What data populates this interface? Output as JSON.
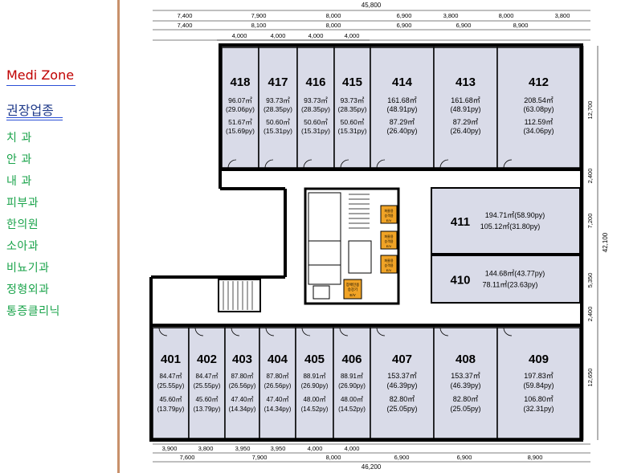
{
  "sidebar": {
    "title": "Medi Zone",
    "subtitle": "권장업종",
    "items": [
      "치  과",
      "안  과",
      "내  과",
      "피부과",
      "한의원",
      "소아과",
      "비뇨기과",
      "정형외과",
      "통증클리닉"
    ]
  },
  "dimensions": {
    "top_total": "45,800",
    "top_row1": [
      "7,400",
      "7,900",
      "8,000",
      "6,900",
      "3,800",
      "8,000",
      "3,800"
    ],
    "top_row2": [
      "7,400",
      "8,100",
      "8,000",
      "6,900",
      "6,900",
      "8,900"
    ],
    "top_row3": [
      "4,000",
      "4,000",
      "4,000",
      "4,000"
    ],
    "bottom_row1": [
      "3,900",
      "3,800",
      "3,950",
      "3,950",
      "4,000",
      "4,000"
    ],
    "bottom_row2": [
      "7,600",
      "7,900",
      "8,000",
      "6,900",
      "6,900",
      "8,900"
    ],
    "bottom_total": "46,200",
    "right": [
      "12,700",
      "2,400",
      "7,200",
      "5,350",
      "2,400",
      "12,650"
    ],
    "right_total": "42,100"
  },
  "rooms_top": [
    {
      "no": "418",
      "a1": "96.07㎡",
      "p1": "(29.06py)",
      "a2": "51.67㎡",
      "p2": "(15.69py)"
    },
    {
      "no": "417",
      "a1": "93.73㎡",
      "p1": "(28.35py)",
      "a2": "50.60㎡",
      "p2": "(15.31py)"
    },
    {
      "no": "416",
      "a1": "93.73㎡",
      "p1": "(28.35py)",
      "a2": "50.60㎡",
      "p2": "(15.31py)"
    },
    {
      "no": "415",
      "a1": "93.73㎡",
      "p1": "(28.35py)",
      "a2": "50.60㎡",
      "p2": "(15.31py)"
    },
    {
      "no": "414",
      "a1": "161.68㎡",
      "p1": "(48.91py)",
      "a2": "87.29㎡",
      "p2": "(26.40py)"
    },
    {
      "no": "413",
      "a1": "161.68㎡",
      "p1": "(48.91py)",
      "a2": "87.29㎡",
      "p2": "(26.40py)"
    },
    {
      "no": "412",
      "a1": "208.54㎡",
      "p1": "(63.08py)",
      "a2": "112.59㎡",
      "p2": "(34.06py)"
    }
  ],
  "rooms_mid": [
    {
      "no": "411",
      "l1": "194.71㎡(58.90py)",
      "l2": "105.12㎡(31.80py)"
    },
    {
      "no": "410",
      "l1": "144.68㎡(43.77py)",
      "l2": "78.11㎡(23.63py)"
    }
  ],
  "rooms_bottom": [
    {
      "no": "401",
      "a1": "84.47㎡",
      "p1": "(25.55py)",
      "a2": "45.60㎡",
      "p2": "(13.79py)"
    },
    {
      "no": "402",
      "a1": "84.47㎡",
      "p1": "(25.55py)",
      "a2": "45.60㎡",
      "p2": "(13.79py)"
    },
    {
      "no": "403",
      "a1": "87.80㎡",
      "p1": "(26.56py)",
      "a2": "47.40㎡",
      "p2": "(14.34py)"
    },
    {
      "no": "404",
      "a1": "87.80㎡",
      "p1": "(26.56py)",
      "a2": "47.40㎡",
      "p2": "(14.34py)"
    },
    {
      "no": "405",
      "a1": "88.91㎡",
      "p1": "(26.90py)",
      "a2": "48.00㎡",
      "p2": "(14.52py)"
    },
    {
      "no": "406",
      "a1": "88.91㎡",
      "p1": "(26.90py)",
      "a2": "48.00㎡",
      "p2": "(14.52py)"
    },
    {
      "no": "407",
      "a1": "153.37㎡",
      "p1": "(46.39py)",
      "a2": "82.80㎡",
      "p2": "(25.05py)"
    },
    {
      "no": "408",
      "a1": "153.37㎡",
      "p1": "(46.39py)",
      "a2": "82.80㎡",
      "p2": "(25.05py)"
    },
    {
      "no": "409",
      "a1": "197.83㎡",
      "p1": "(59.84py)",
      "a2": "106.80㎡",
      "p2": "(32.31py)"
    }
  ],
  "elevators": {
    "small_label_top": "화물용",
    "small_label_mid": "승객용",
    "small_label_bot": "E/V",
    "large_label_top": "장애인용",
    "large_label_mid": "승강기",
    "large_label_bot": "E/V"
  },
  "colors": {
    "room_fill": "#d9dbe8",
    "wall": "#000000",
    "elevator_fill": "#f0a326",
    "sidebar_title": "#c00000",
    "sidebar_item": "#19a34a",
    "divider": "#c8906a"
  }
}
